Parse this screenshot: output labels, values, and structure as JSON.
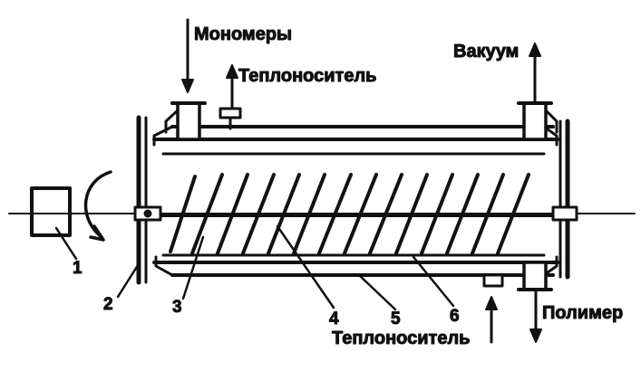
{
  "labels": {
    "monomers": "Мономеры",
    "coolant_out": "Теплоноситель",
    "vacuum": "Вакуум",
    "polymer": "Полимер",
    "coolant_in": "Теплоноситель"
  },
  "numbers": {
    "n1": "1",
    "n2": "2",
    "n3": "3",
    "n4": "4",
    "n5": "5",
    "n6": "6"
  },
  "colors": {
    "ink": "#111111",
    "paper": "#ffffff"
  }
}
